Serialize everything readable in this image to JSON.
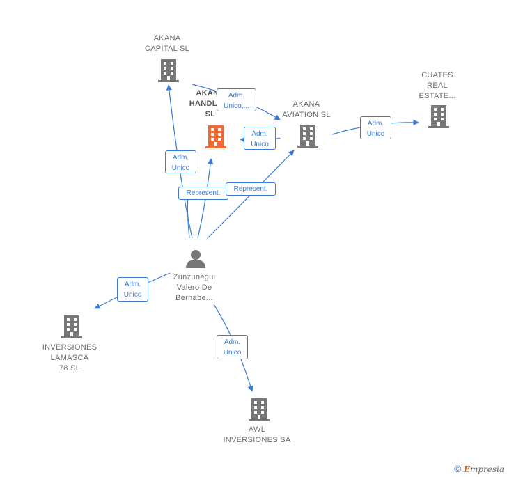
{
  "nodes": {
    "akana_capital": {
      "label": "AKANA\nCAPITAL  SL",
      "icon": "building-icon",
      "color": "#777777"
    },
    "akana_handling": {
      "label": "AKANA\nHANDLING\nSL",
      "icon": "building-icon",
      "color": "#f06a35"
    },
    "akana_aviation": {
      "label": "AKANA\nAVIATION  SL",
      "icon": "building-icon",
      "color": "#777777"
    },
    "cuates": {
      "label": "CUATES\nREAL\nESTATE...",
      "icon": "building-icon",
      "color": "#777777"
    },
    "person": {
      "label": "Zunzunegui\nValero De\nBernabe...",
      "icon": "person-icon",
      "color": "#777777"
    },
    "lamasca": {
      "label": "INVERSIONES\nLAMASCA\n78  SL",
      "icon": "building-icon",
      "color": "#777777"
    },
    "awl": {
      "label": "AWL\nINVERSIONES SA",
      "icon": "building-icon",
      "color": "#777777"
    }
  },
  "edges": {
    "e1": "Adm.\nUnico,...",
    "e2": "Adm.\nUnico",
    "e3": "Adm.\nUnico",
    "e4": "Adm.\nUnico",
    "e5": "Represent.",
    "e6": "Represent.",
    "e7": "Adm.\nUnico",
    "e8": "Adm.\nUnico"
  },
  "edge_color": "#3a7bd5",
  "footer": {
    "copyright": "©",
    "brand_first": "E",
    "brand_rest": "mpresia"
  }
}
